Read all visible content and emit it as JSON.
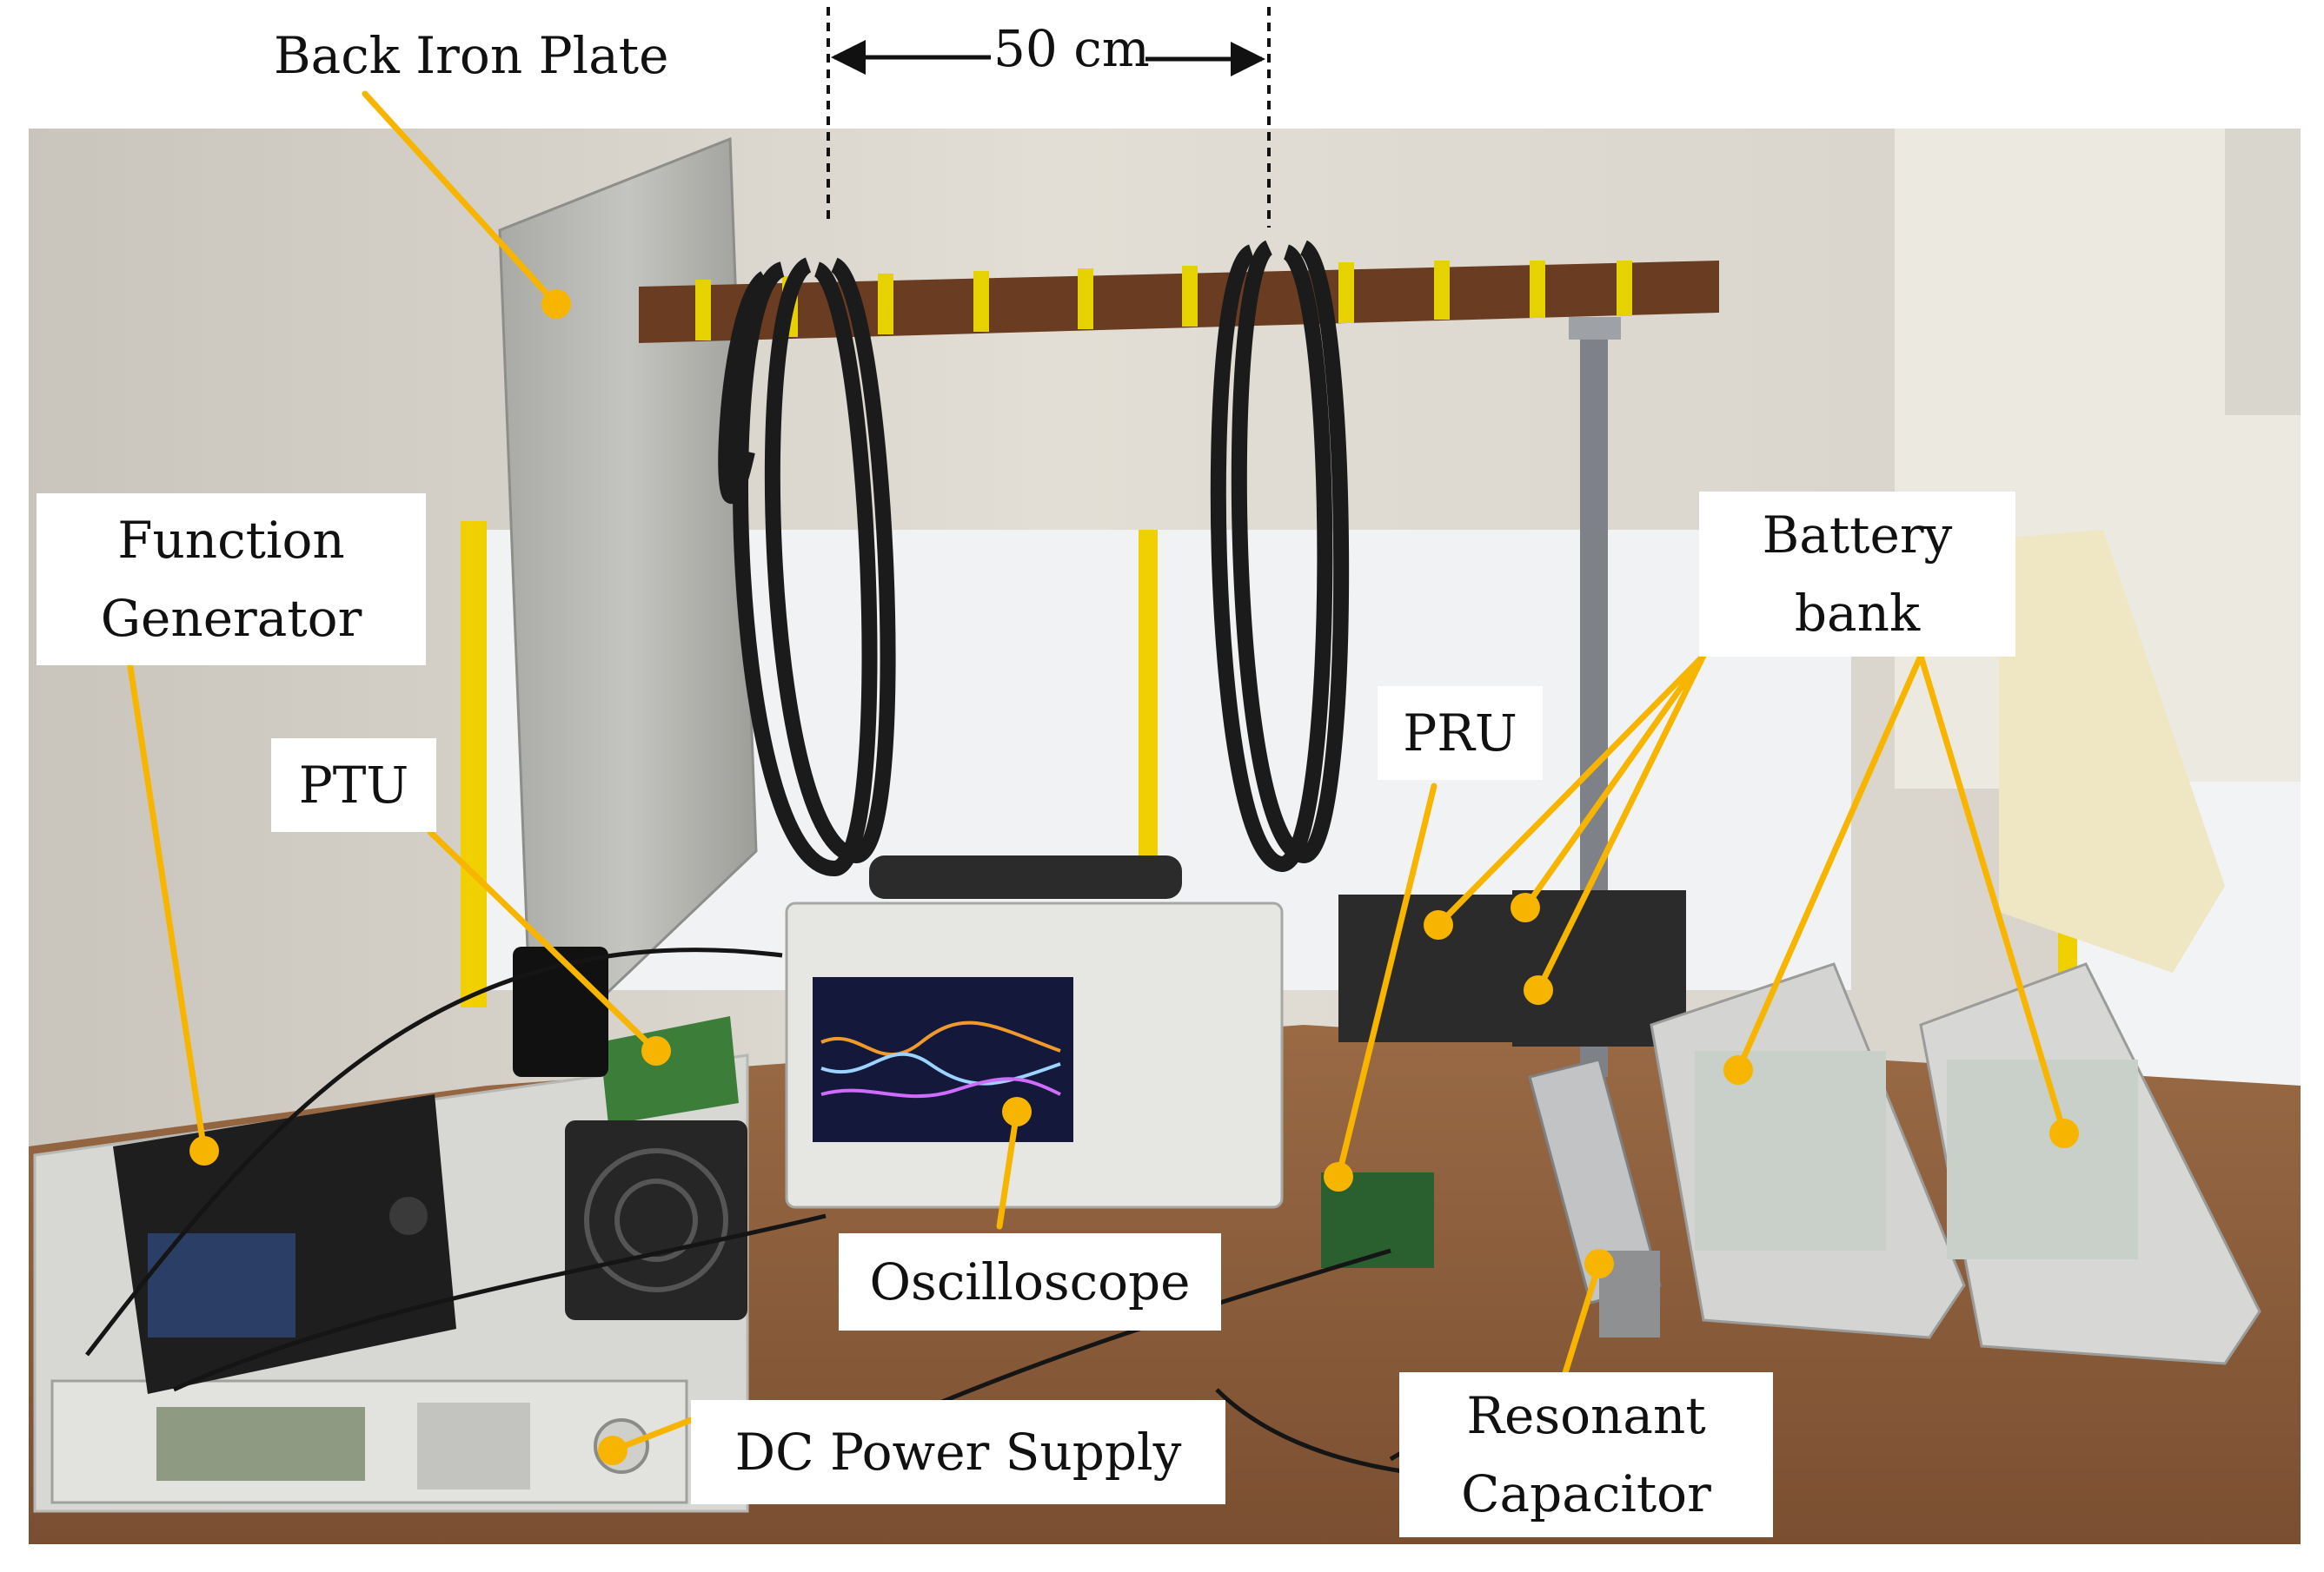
{
  "labels": {
    "back_iron_plate": "Back Iron Plate",
    "distance": "50 cm",
    "function_generator": [
      "Function",
      "Generator"
    ],
    "ptu": "PTU",
    "pru": "PRU",
    "battery_bank": [
      "Battery",
      "bank"
    ],
    "oscilloscope": "Oscilloscope",
    "dc_power_supply": "DC Power Supply",
    "resonant_capacitor": [
      "Resonant",
      "Capacitor"
    ]
  },
  "colors": {
    "leader_line": "#f7b500",
    "marker": "#f7b500",
    "text": "#111111",
    "label_background": "#ffffff"
  }
}
